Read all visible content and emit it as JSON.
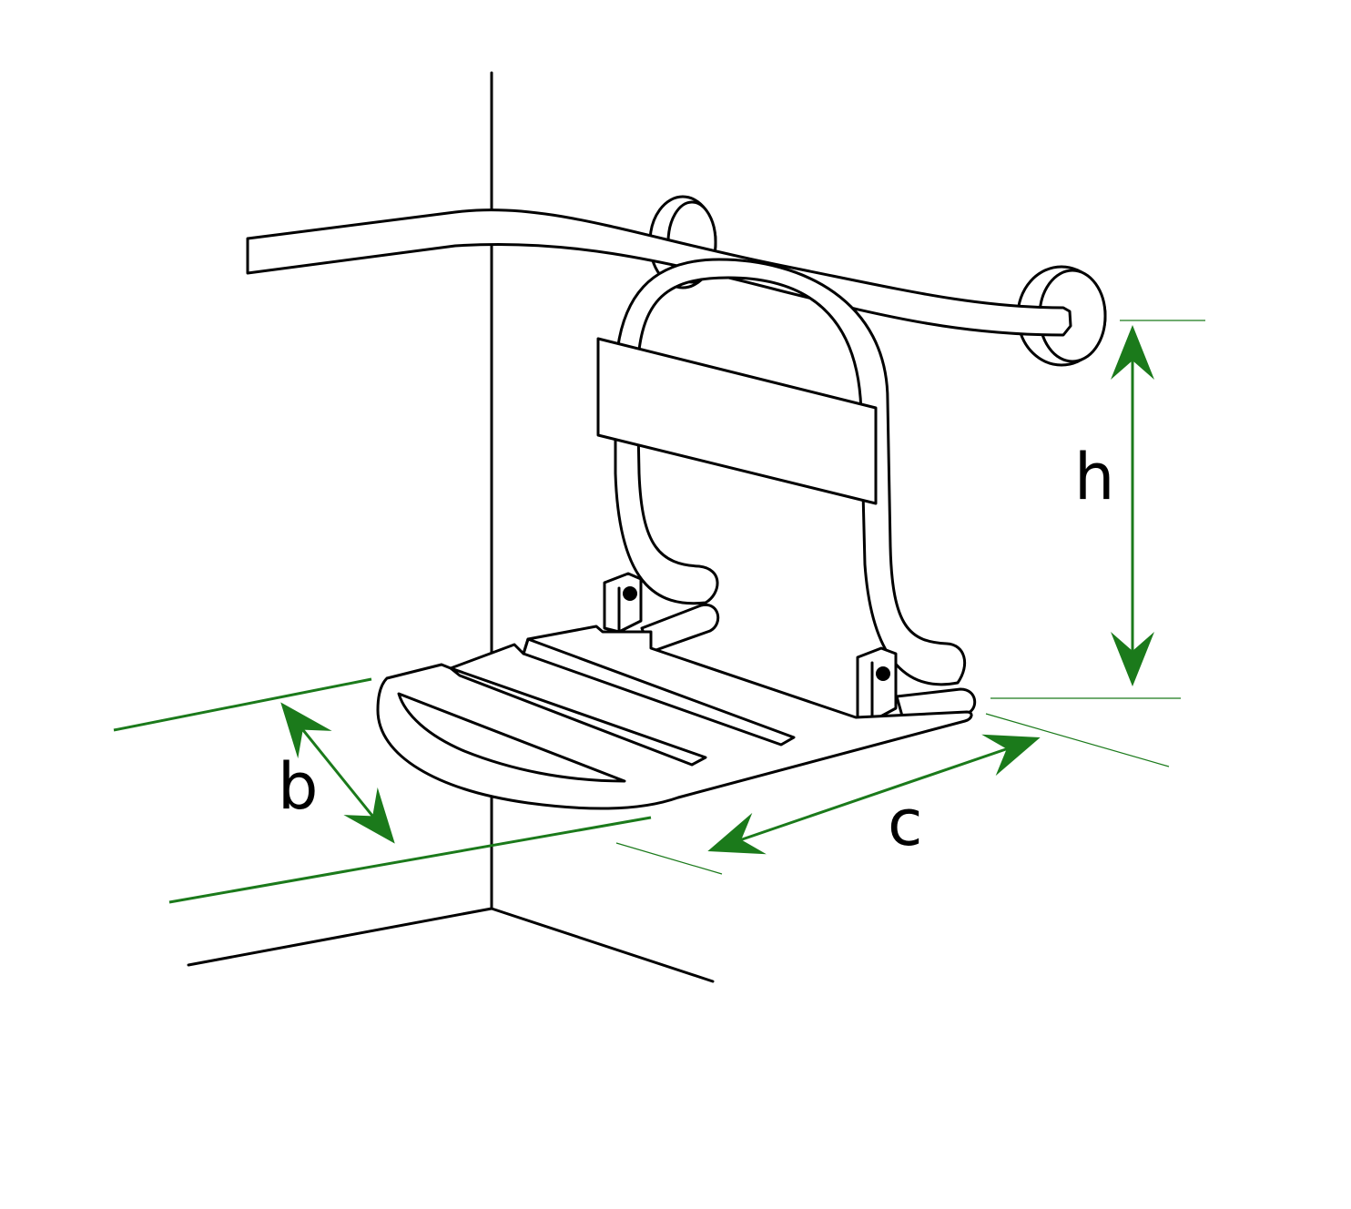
{
  "labels": {
    "h": "h",
    "b": "b",
    "c": "c"
  },
  "colors": {
    "dimension": "#1b7a1b",
    "outline": "#000000",
    "background": "#ffffff"
  }
}
